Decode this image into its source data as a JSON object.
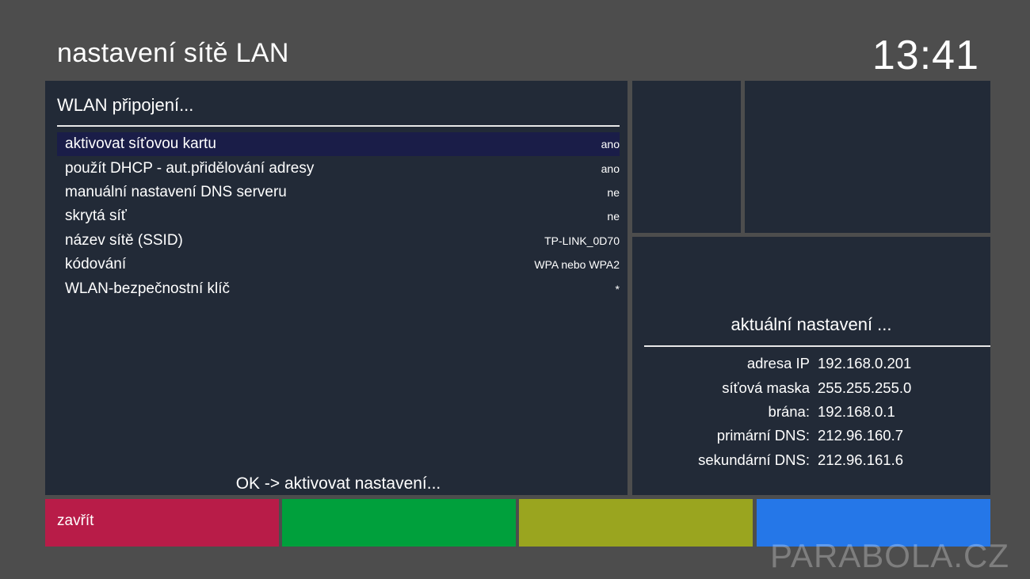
{
  "header": {
    "title": "nastavení sítě LAN",
    "clock": "13:41"
  },
  "left_panel": {
    "title": "WLAN připojení...",
    "items": [
      {
        "label": "aktivovat síťovou kartu",
        "value": "ano"
      },
      {
        "label": "použít  DHCP - aut.přidělování adresy",
        "value": "ano"
      },
      {
        "label": "manuální nastavení DNS serveru",
        "value": "ne"
      },
      {
        "label": "skrytá síť",
        "value": "ne"
      },
      {
        "label": "název sítě (SSID)",
        "value": "TP-LINK_0D70"
      },
      {
        "label": "kódování",
        "value": "WPA nebo WPA2"
      },
      {
        "label": "WLAN-bezpečnostní klíč",
        "value": "*"
      }
    ],
    "ok_hint": "OK -> aktivovat nastavení..."
  },
  "info_panel": {
    "title": "aktuální nastavení ...",
    "rows": [
      {
        "key": "adresa IP",
        "value": "192.168.0.201"
      },
      {
        "key": "síťová maska",
        "value": "255.255.255.0"
      },
      {
        "key": "brána:",
        "value": "192.168.0.1"
      },
      {
        "key": "primární DNS:",
        "value": "212.96.160.7"
      },
      {
        "key": "sekundární DNS:",
        "value": "212.96.161.6"
      }
    ]
  },
  "color_buttons": {
    "red": {
      "label": "zavřít",
      "color": "#b81c48"
    },
    "green": {
      "label": "",
      "color": "#00a03c"
    },
    "yellow": {
      "label": "",
      "color": "#9aa51f"
    },
    "blue": {
      "label": "",
      "color": "#2577e8"
    }
  },
  "watermark": "PARABOLA.CZ",
  "colors": {
    "background": "#4d4d4d",
    "panel": "#222a37",
    "selected_row": "#1a1d48"
  }
}
